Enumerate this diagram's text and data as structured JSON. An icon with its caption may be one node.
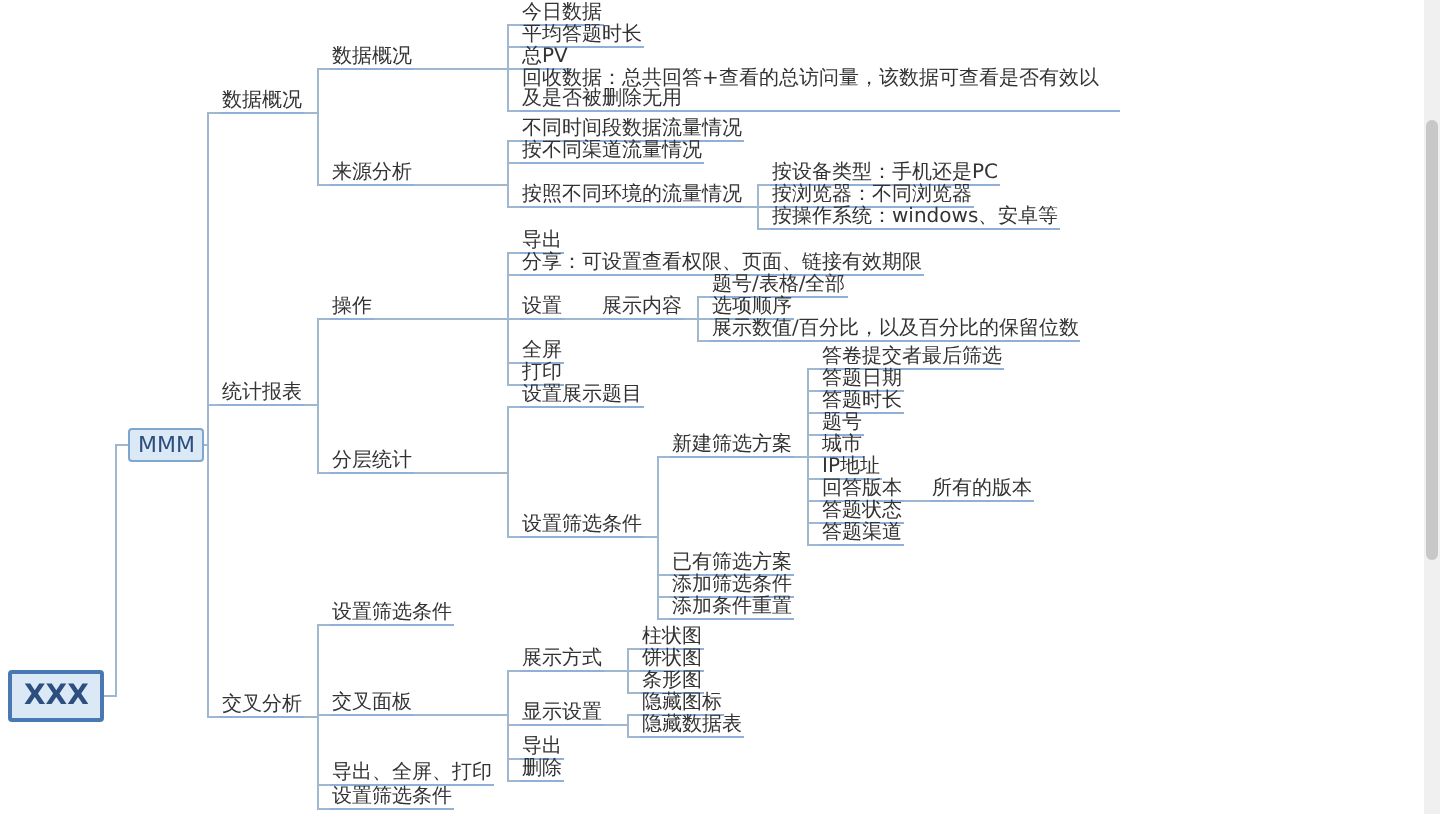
{
  "diagram": {
    "nodes": [
      {
        "text": [
          "XXX"
        ]
      },
      {
        "text": [
          "MMM"
        ]
      },
      {
        "text": [
          "数据概况"
        ]
      },
      {
        "text": [
          "数据概况"
        ]
      },
      {
        "text": [
          "今日数据"
        ]
      },
      {
        "text": [
          "平均答题时长"
        ]
      },
      {
        "text": [
          "总PV"
        ]
      },
      {
        "text": [
          "回收数据：总共回答+查看的总访问量，该数据可查看是否有效以及是否被删除无用"
        ]
      },
      {
        "text": [
          "来源分析"
        ]
      },
      {
        "text": [
          "不同时间段数据流量情况"
        ]
      },
      {
        "text": [
          "按不同渠道流量情况"
        ]
      },
      {
        "text": [
          "按照不同环境的流量情况"
        ]
      },
      {
        "text": [
          "按设备类型：手机还是PC"
        ]
      },
      {
        "text": [
          "按浏览器：不同浏览器"
        ]
      },
      {
        "text": [
          "按操作系统：windows、安卓等"
        ]
      },
      {
        "text": [
          "统计报表"
        ]
      },
      {
        "text": [
          "操作"
        ]
      },
      {
        "text": [
          "导出"
        ]
      },
      {
        "text": [
          "分享：可设置查看权限、页面、链接有效期限"
        ]
      },
      {
        "text": [
          "设置"
        ]
      },
      {
        "text": [
          "展示内容"
        ]
      },
      {
        "text": [
          "题号/表格/全部"
        ]
      },
      {
        "text": [
          "选项顺序"
        ]
      },
      {
        "text": [
          "展示数值/百分比，以及百分比的保留位数"
        ]
      },
      {
        "text": [
          "全屏"
        ]
      },
      {
        "text": [
          "打印"
        ]
      },
      {
        "text": [
          "分层统计"
        ]
      },
      {
        "text": [
          "设置展示题目"
        ]
      },
      {
        "text": [
          "设置筛选条件"
        ]
      },
      {
        "text": [
          "新建筛选方案"
        ]
      },
      {
        "text": [
          "答卷提交者最后筛选"
        ]
      },
      {
        "text": [
          "答题日期"
        ]
      },
      {
        "text": [
          "答题时长"
        ]
      },
      {
        "text": [
          "题号"
        ]
      },
      {
        "text": [
          "城市"
        ]
      },
      {
        "text": [
          "IP地址"
        ]
      },
      {
        "text": [
          "回答版本"
        ]
      },
      {
        "text": [
          "所有的版本"
        ]
      },
      {
        "text": [
          "答题状态"
        ]
      },
      {
        "text": [
          "答题渠道"
        ]
      },
      {
        "text": [
          "已有筛选方案"
        ]
      },
      {
        "text": [
          "添加筛选条件"
        ]
      },
      {
        "text": [
          "添加条件重置"
        ]
      },
      {
        "text": [
          "交叉分析"
        ]
      },
      {
        "text": [
          "设置筛选条件"
        ]
      },
      {
        "text": [
          "交叉面板"
        ]
      },
      {
        "text": [
          "展示方式"
        ]
      },
      {
        "text": [
          "柱状图"
        ]
      },
      {
        "text": [
          "饼状图"
        ]
      },
      {
        "text": [
          "条形图"
        ]
      },
      {
        "text": [
          "显示设置"
        ]
      },
      {
        "text": [
          "隐藏图标"
        ]
      },
      {
        "text": [
          "隐藏数据表"
        ]
      },
      {
        "text": [
          "导出"
        ]
      },
      {
        "text": [
          "删除"
        ]
      },
      {
        "text": [
          "导出、全屏、打印"
        ]
      },
      {
        "text": [
          "设置筛选条件"
        ]
      }
    ],
    "edges": [
      {
        "from": 0,
        "to": 1,
        "arrow": "none"
      },
      {
        "from": 1,
        "to": 2,
        "arrow": "none"
      },
      {
        "from": 2,
        "to": 3,
        "arrow": "none"
      },
      {
        "from": 3,
        "to": 4,
        "arrow": "none"
      },
      {
        "from": 3,
        "to": 5,
        "arrow": "none"
      },
      {
        "from": 3,
        "to": 6,
        "arrow": "none"
      },
      {
        "from": 3,
        "to": 7,
        "arrow": "none"
      },
      {
        "from": 2,
        "to": 8,
        "arrow": "none"
      },
      {
        "from": 8,
        "to": 9,
        "arrow": "none"
      },
      {
        "from": 8,
        "to": 10,
        "arrow": "none"
      },
      {
        "from": 8,
        "to": 11,
        "arrow": "none"
      },
      {
        "from": 11,
        "to": 12,
        "arrow": "none"
      },
      {
        "from": 11,
        "to": 13,
        "arrow": "none"
      },
      {
        "from": 11,
        "to": 14,
        "arrow": "none"
      },
      {
        "from": 1,
        "to": 15,
        "arrow": "none"
      },
      {
        "from": 15,
        "to": 16,
        "arrow": "none"
      },
      {
        "from": 16,
        "to": 17,
        "arrow": "none"
      },
      {
        "from": 16,
        "to": 18,
        "arrow": "none"
      },
      {
        "from": 16,
        "to": 19,
        "arrow": "none"
      },
      {
        "from": 19,
        "to": 20,
        "arrow": "none"
      },
      {
        "from": 20,
        "to": 21,
        "arrow": "none"
      },
      {
        "from": 20,
        "to": 22,
        "arrow": "none"
      },
      {
        "from": 20,
        "to": 23,
        "arrow": "none"
      },
      {
        "from": 16,
        "to": 24,
        "arrow": "none"
      },
      {
        "from": 16,
        "to": 25,
        "arrow": "none"
      },
      {
        "from": 15,
        "to": 26,
        "arrow": "none"
      },
      {
        "from": 26,
        "to": 27,
        "arrow": "none"
      },
      {
        "from": 26,
        "to": 28,
        "arrow": "none"
      },
      {
        "from": 28,
        "to": 29,
        "arrow": "none"
      },
      {
        "from": 29,
        "to": 30,
        "arrow": "none"
      },
      {
        "from": 29,
        "to": 31,
        "arrow": "none"
      },
      {
        "from": 29,
        "to": 32,
        "arrow": "none"
      },
      {
        "from": 29,
        "to": 33,
        "arrow": "none"
      },
      {
        "from": 29,
        "to": 34,
        "arrow": "none"
      },
      {
        "from": 29,
        "to": 35,
        "arrow": "none"
      },
      {
        "from": 29,
        "to": 36,
        "arrow": "none"
      },
      {
        "from": 36,
        "to": 37,
        "arrow": "none"
      },
      {
        "from": 29,
        "to": 38,
        "arrow": "none"
      },
      {
        "from": 29,
        "to": 39,
        "arrow": "none"
      },
      {
        "from": 28,
        "to": 40,
        "arrow": "none"
      },
      {
        "from": 28,
        "to": 41,
        "arrow": "none"
      },
      {
        "from": 28,
        "to": 42,
        "arrow": "none"
      },
      {
        "from": 1,
        "to": 43,
        "arrow": "none"
      },
      {
        "from": 43,
        "to": 44,
        "arrow": "none"
      },
      {
        "from": 43,
        "to": 45,
        "arrow": "none"
      },
      {
        "from": 45,
        "to": 46,
        "arrow": "none"
      },
      {
        "from": 46,
        "to": 47,
        "arrow": "none"
      },
      {
        "from": 46,
        "to": 48,
        "arrow": "none"
      },
      {
        "from": 46,
        "to": 49,
        "arrow": "none"
      },
      {
        "from": 45,
        "to": 50,
        "arrow": "none"
      },
      {
        "from": 50,
        "to": 51,
        "arrow": "none"
      },
      {
        "from": 50,
        "to": 52,
        "arrow": "none"
      },
      {
        "from": 45,
        "to": 53,
        "arrow": "none"
      },
      {
        "from": 45,
        "to": 54,
        "arrow": "none"
      },
      {
        "from": 43,
        "to": 55,
        "arrow": "none"
      },
      {
        "from": 43,
        "to": 56,
        "arrow": "none"
      }
    ]
  }
}
